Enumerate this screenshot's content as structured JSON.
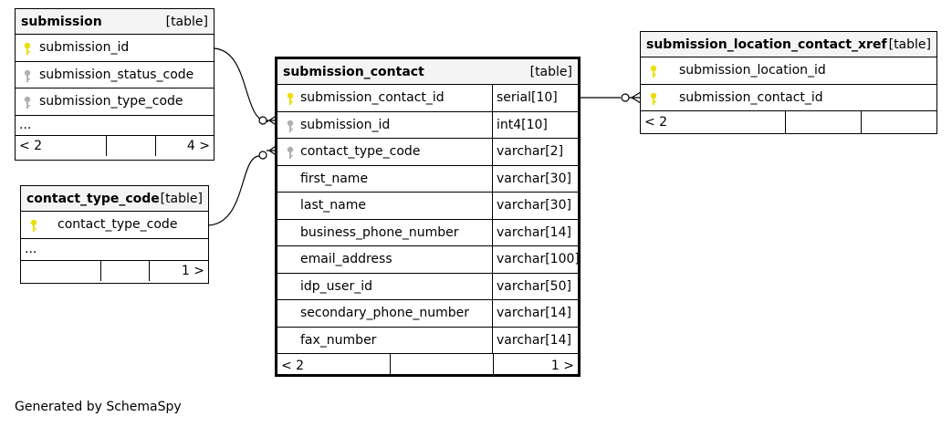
{
  "tables": {
    "submission": {
      "name": "submission",
      "type": "[table]",
      "columns": [
        {
          "name": "submission_id",
          "key": "primary"
        },
        {
          "name": "submission_status_code",
          "key": "foreign"
        },
        {
          "name": "submission_type_code",
          "key": "foreign"
        }
      ],
      "more": "...",
      "footer": {
        "left": "< 2",
        "mid": "",
        "right": "4 >"
      }
    },
    "contact_type_code": {
      "name": "contact_type_code",
      "type": "[table]",
      "columns": [
        {
          "name": "contact_type_code",
          "key": "primary"
        }
      ],
      "more": "...",
      "footer": {
        "left": "",
        "mid": "",
        "right": "1 >"
      }
    },
    "submission_contact": {
      "name": "submission_contact",
      "type": "[table]",
      "columns": [
        {
          "name": "submission_contact_id",
          "type": "serial[10]",
          "key": "primary"
        },
        {
          "name": "submission_id",
          "type": "int4[10]",
          "key": "foreign"
        },
        {
          "name": "contact_type_code",
          "type": "varchar[2]",
          "key": "foreign"
        },
        {
          "name": "first_name",
          "type": "varchar[30]",
          "key": "none"
        },
        {
          "name": "last_name",
          "type": "varchar[30]",
          "key": "none"
        },
        {
          "name": "business_phone_number",
          "type": "varchar[14]",
          "key": "none"
        },
        {
          "name": "email_address",
          "type": "varchar[100]",
          "key": "none"
        },
        {
          "name": "idp_user_id",
          "type": "varchar[50]",
          "key": "none"
        },
        {
          "name": "secondary_phone_number",
          "type": "varchar[14]",
          "key": "none"
        },
        {
          "name": "fax_number",
          "type": "varchar[14]",
          "key": "none"
        }
      ],
      "footer": {
        "left": "< 2",
        "mid": "",
        "right": "1 >"
      }
    },
    "submission_location_contact_xref": {
      "name": "submission_location_contact_xref",
      "type": "[table]",
      "columns": [
        {
          "name": "submission_location_id",
          "key": "primary"
        },
        {
          "name": "submission_contact_id",
          "key": "primary"
        }
      ],
      "footer": {
        "left": "< 2",
        "mid": "",
        "right": ""
      }
    }
  },
  "footer_note": "Generated by SchemaSpy",
  "colors": {
    "primary_key": "#e8e000",
    "foreign_key": "#b0b0b0",
    "header_bg": "#f4f4f4"
  }
}
